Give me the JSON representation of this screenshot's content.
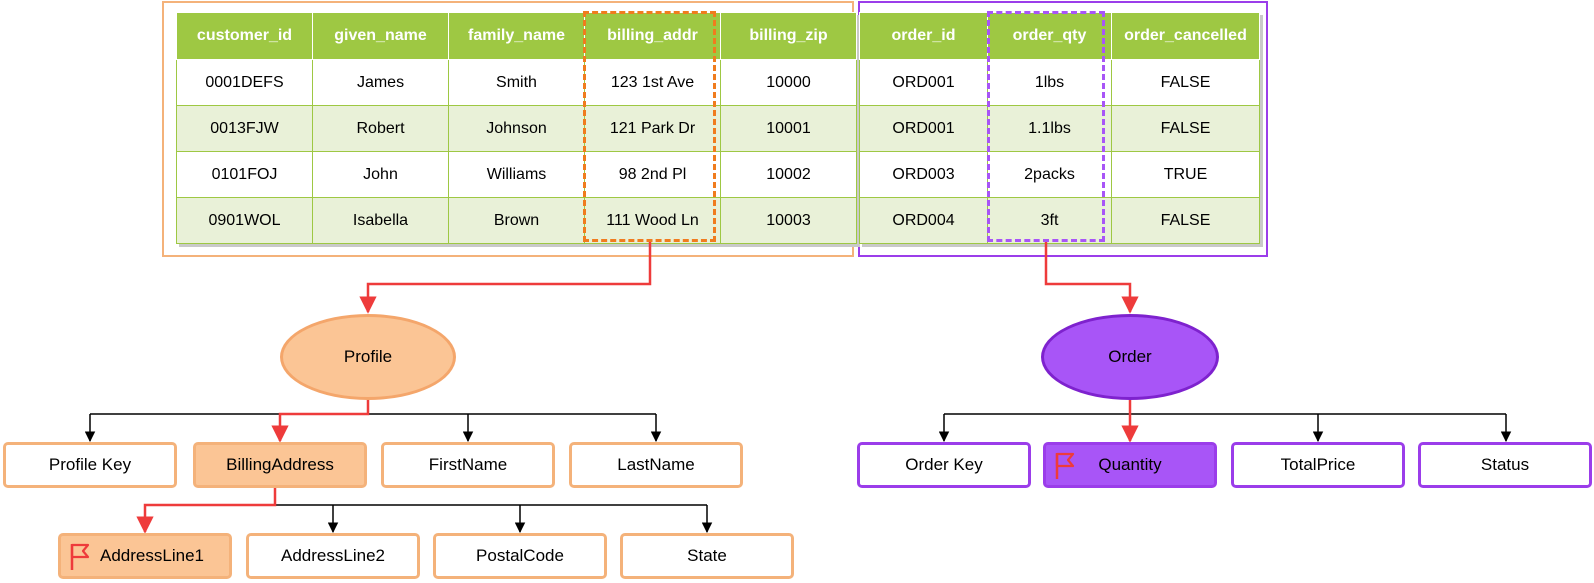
{
  "customer_table": {
    "headers": [
      "customer_id",
      "given_name",
      "family_name",
      "billing_addr",
      "billing_zip"
    ],
    "rows": [
      [
        "0001DEFS",
        "James",
        "Smith",
        "123 1st Ave",
        "10000"
      ],
      [
        "0013FJW",
        "Robert",
        "Johnson",
        "121 Park Dr",
        "10001"
      ],
      [
        "0101FOJ",
        "John",
        "Williams",
        "98 2nd Pl",
        "10002"
      ],
      [
        "0901WOL",
        "Isabella",
        "Brown",
        "111 Wood Ln",
        "10003"
      ]
    ]
  },
  "order_table": {
    "headers": [
      "order_id",
      "order_qty",
      "order_cancelled"
    ],
    "rows": [
      [
        "ORD001",
        "1lbs",
        "FALSE"
      ],
      [
        "ORD001",
        "1.1lbs",
        "FALSE"
      ],
      [
        "ORD003",
        "2packs",
        "TRUE"
      ],
      [
        "ORD004",
        "3ft",
        "FALSE"
      ]
    ]
  },
  "profile_tree": {
    "root": "Profile",
    "children": [
      "Profile Key",
      "BillingAddress",
      "FirstName",
      "LastName"
    ],
    "billing_children": [
      "AddressLine1",
      "AddressLine2",
      "PostalCode",
      "State"
    ]
  },
  "order_tree": {
    "root": "Order",
    "children": [
      "Order Key",
      "Quantity",
      "TotalPrice",
      "Status"
    ]
  },
  "colors": {
    "header_green": "#9ec843",
    "row_tint": "#e9f1d8",
    "orange": "#f4b27a",
    "orange_fill": "#fbc595",
    "purple": "#9b3dea",
    "purple_fill": "#a855f7",
    "highlight_arrow": "#ee3b3b"
  },
  "icons": [
    "flag-icon"
  ]
}
